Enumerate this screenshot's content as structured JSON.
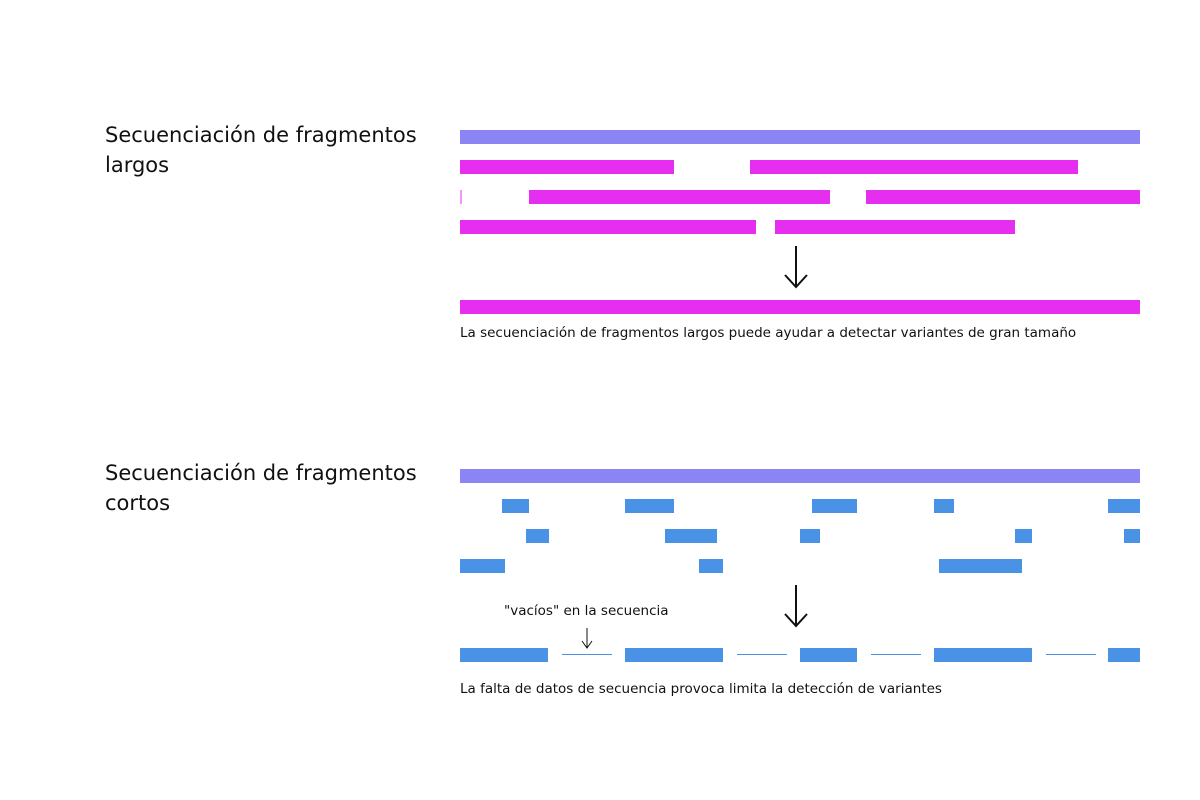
{
  "long_section": {
    "title": "Secuenciación de fragmentos largos",
    "caption": "La secuenciación de fragmentos largos puede ayudar a detectar variantes de gran tamaño",
    "reference_color": "#8a84f5",
    "read_color": "#e62ef0"
  },
  "short_section": {
    "title": "Secuenciación de fragmentos cortos",
    "caption": "La falta de datos de secuencia provoca limita la detección de variantes",
    "gap_label": "\"vacíos\" en la secuencia",
    "reference_color": "#8a84f5",
    "read_color": "#4a92e6"
  },
  "icons": {
    "arrow": "arrow-down-icon"
  }
}
